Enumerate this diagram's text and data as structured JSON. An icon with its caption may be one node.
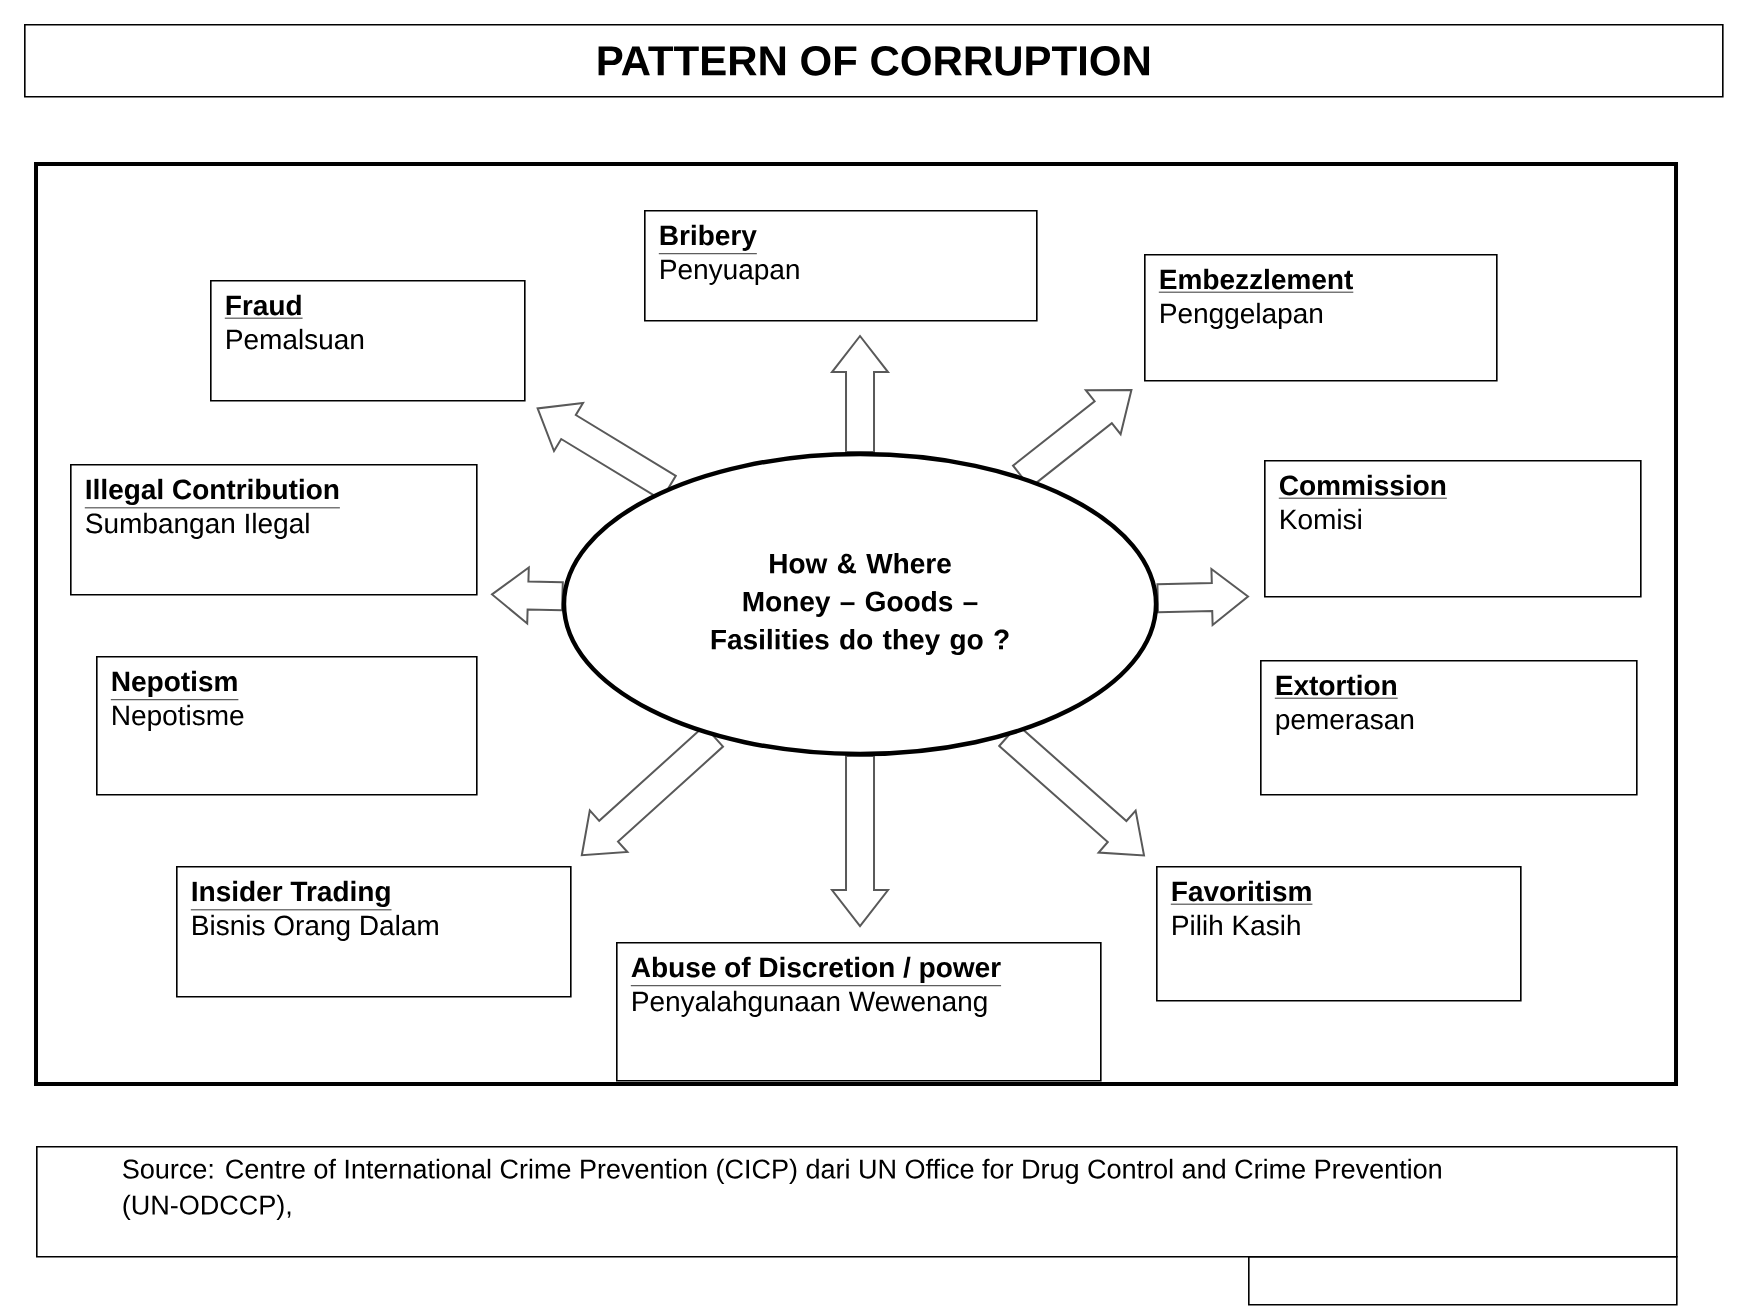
{
  "diagram": {
    "title": "PATTERN OF CORRUPTION",
    "caption": "Source: Centre of International Crime Prevention (CICP)  dari UN Office for Drug Control and Crime Prevention (UN-ODCCP),",
    "nodes": [
      {
        "text": [
          "Bribery",
          "Penyuapan"
        ]
      },
      {
        "text": [
          "Fraud",
          "Pemalsuan"
        ]
      },
      {
        "text": [
          "Embezzlement",
          "Penggelapan"
        ]
      },
      {
        "text": [
          "Illegal Contribution",
          "Sumbangan Ilegal"
        ]
      },
      {
        "text": [
          "Commission",
          "Komisi"
        ]
      },
      {
        "text": [
          "How & Where Money – Goods – Fasilities do they go ?"
        ]
      },
      {
        "text": [
          "Nepotism",
          "Nepotisme"
        ]
      },
      {
        "text": [
          "Extortion",
          "pemerasan"
        ]
      },
      {
        "text": [
          "Insider Trading",
          "Bisnis Orang Dalam"
        ]
      },
      {
        "text": [
          "Favoritism",
          "Pilih Kasih"
        ]
      },
      {
        "text": [
          "Abuse of Discretion / power",
          "Penyalahgunaan Wewenang"
        ]
      },
      {
        "text": [],
        "shape": "box"
      }
    ],
    "edges": [
      {
        "from": 5,
        "to": 0,
        "arrow": "to"
      },
      {
        "from": 5,
        "to": 1,
        "arrow": "to"
      },
      {
        "from": 5,
        "to": 2,
        "arrow": "to"
      },
      {
        "from": 5,
        "to": 3,
        "arrow": "to"
      },
      {
        "from": 5,
        "to": 4,
        "arrow": "to"
      },
      {
        "from": 5,
        "to": 8,
        "arrow": "to"
      },
      {
        "from": 5,
        "to": 10,
        "arrow": "to"
      },
      {
        "from": 5,
        "to": 9,
        "arrow": "to"
      }
    ]
  }
}
